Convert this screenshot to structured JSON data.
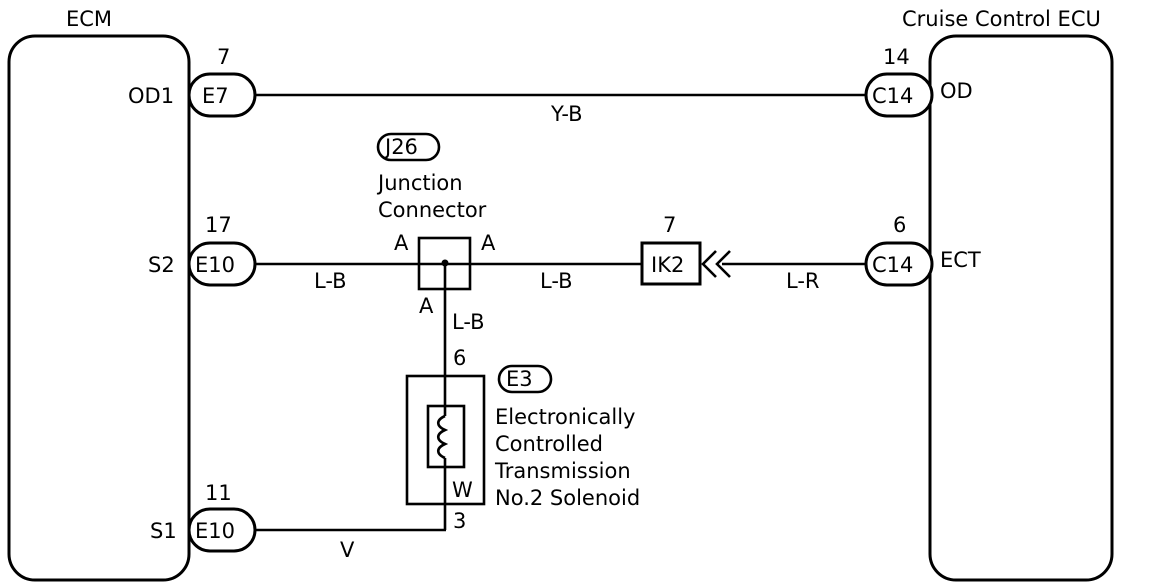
{
  "ecm": {
    "label": "ECM"
  },
  "cruise_ecu": {
    "label": "Cruise Control ECU"
  },
  "pins": {
    "od1": "OD1",
    "s2": "S2",
    "s1": "S1",
    "od": "OD",
    "ect": "ECT"
  },
  "connectors": {
    "ecm_od1": {
      "code": "E7",
      "pin": "7"
    },
    "ecm_s2": {
      "code": "E10",
      "pin": "17"
    },
    "ecm_s1": {
      "code": "E10",
      "pin": "11"
    },
    "cc_od": {
      "code": "C14",
      "pin": "14"
    },
    "cc_ect": {
      "code": "C14",
      "pin": "6"
    },
    "ik2": {
      "code": "IK2",
      "pin": "7"
    }
  },
  "junction": {
    "code": "J26",
    "name_line1": "Junction",
    "name_line2": "Connector",
    "terminal_left": "A",
    "terminal_right": "A",
    "terminal_bottom": "A"
  },
  "solenoid": {
    "code": "E3",
    "pin_top": "6",
    "pin_bottom": "3",
    "pin_w": "W",
    "desc_line1": "Electronically",
    "desc_line2": "Controlled",
    "desc_line3": "Transmission",
    "desc_line4": "No.2 Solenoid"
  },
  "wires": {
    "od_wire": "Y-B",
    "s2_left": "L-B",
    "s2_right": "L-B",
    "s2_down": "L-B",
    "ect_wire": "L-R",
    "s1_wire": "V"
  }
}
